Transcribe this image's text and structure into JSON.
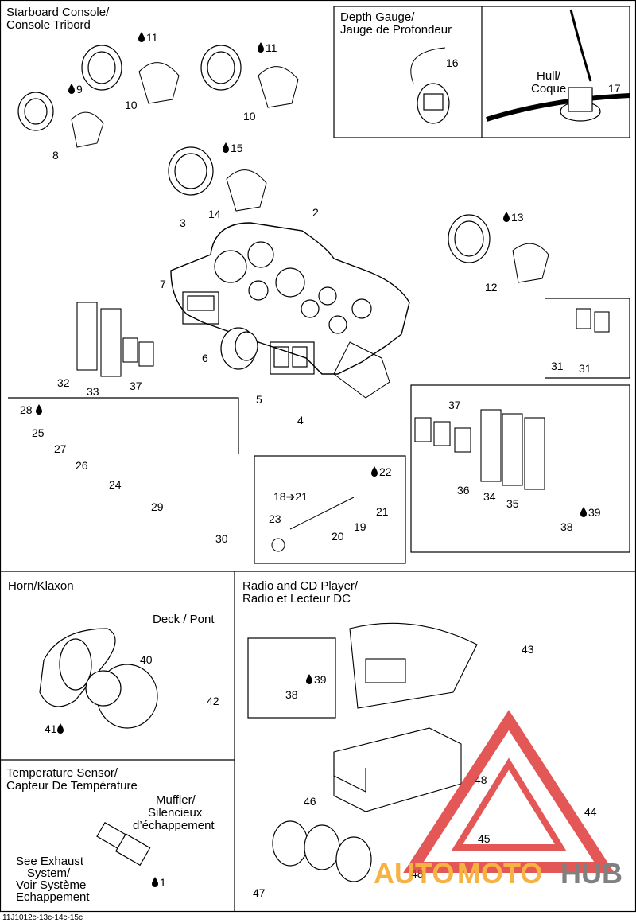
{
  "sections": {
    "starboard": [
      "Starboard Console/",
      "Console Tribord"
    ],
    "depth": [
      "Depth Gauge/",
      "Jauge de Profondeur"
    ],
    "hull": [
      "Hull/",
      "Coque"
    ],
    "horn": "Horn/Klaxon",
    "deck": "Deck / Pont",
    "temperature": [
      "Temperature Sensor/",
      "Capteur De Température"
    ],
    "muffler": [
      "Muffler/",
      "Silencieux",
      "d’échappement"
    ],
    "exhaust": [
      "See Exhaust",
      "System/",
      "Voir Système",
      "Echappement"
    ],
    "radio": [
      "Radio and CD Player/",
      "Radio et Lecteur DC"
    ]
  },
  "callouts": {
    "c1": "1",
    "c2": "2",
    "c3": "3",
    "c4": "4",
    "c5": "5",
    "c6": "6",
    "c7": "7",
    "c8": "8",
    "c9": "9",
    "c10a": "10",
    "c10b": "10",
    "c11a": "11",
    "c11b": "11",
    "c12": "12",
    "c13": "13",
    "c14": "14",
    "c15": "15",
    "c16": "16",
    "c17": "17",
    "c18": "18➔21",
    "c19": "19",
    "c20": "20",
    "c21": "21",
    "c22": "22",
    "c23": "23",
    "c24": "24",
    "c25": "25",
    "c26": "26",
    "c27": "27",
    "c28": "28",
    "c29": "29",
    "c30": "30",
    "c31a": "31",
    "c31b": "31",
    "c32": "32",
    "c33": "33",
    "c34": "34",
    "c35": "35",
    "c36": "36",
    "c37a": "37",
    "c37b": "37",
    "c38a": "38",
    "c38b": "38",
    "c39a": "39",
    "c39b": "39",
    "c40": "40",
    "c41": "41",
    "c42": "42",
    "c43": "43",
    "c44": "44",
    "c45": "45",
    "c46": "46",
    "c47": "47",
    "c48a": "48",
    "c48b": "48"
  },
  "drop_icon": "oil-drop-icon",
  "footer_code": "11J1012c-13c-14c-15c",
  "watermark": {
    "auto": "AUTO",
    "moto": "MOTO",
    "hub": "HUB",
    "orange": "#f5a623",
    "gray": "#6b6b6b",
    "red": "#e03a3a"
  }
}
